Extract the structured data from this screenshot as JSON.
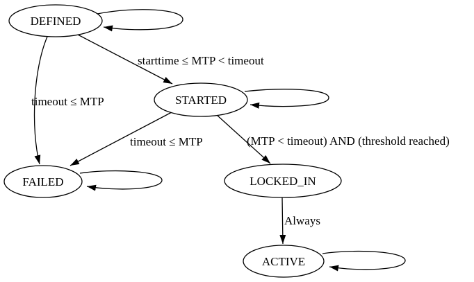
{
  "diagram": {
    "type": "state-machine",
    "colors": {
      "background": "#ffffff",
      "stroke": "#000000",
      "text": "#000000"
    },
    "nodes": {
      "defined": {
        "label": "DEFINED",
        "self_loop": true
      },
      "started": {
        "label": "STARTED",
        "self_loop": true
      },
      "failed": {
        "label": "FAILED",
        "self_loop": true
      },
      "locked_in": {
        "label": "LOCKED_IN",
        "self_loop": false
      },
      "active": {
        "label": "ACTIVE",
        "self_loop": true
      }
    },
    "edges": {
      "defined_started": {
        "from": "DEFINED",
        "to": "STARTED",
        "label": "starttime ≤ MTP < timeout"
      },
      "defined_failed": {
        "from": "DEFINED",
        "to": "FAILED",
        "label": "timeout ≤ MTP"
      },
      "started_failed": {
        "from": "STARTED",
        "to": "FAILED",
        "label": "timeout ≤ MTP"
      },
      "started_locked_in": {
        "from": "STARTED",
        "to": "LOCKED_IN",
        "label": "(MTP < timeout) AND (threshold reached)"
      },
      "locked_in_active": {
        "from": "LOCKED_IN",
        "to": "ACTIVE",
        "label": "Always"
      },
      "defined_self": {
        "from": "DEFINED",
        "to": "DEFINED",
        "label": ""
      },
      "started_self": {
        "from": "STARTED",
        "to": "STARTED",
        "label": ""
      },
      "failed_self": {
        "from": "FAILED",
        "to": "FAILED",
        "label": ""
      },
      "active_self": {
        "from": "ACTIVE",
        "to": "ACTIVE",
        "label": ""
      }
    }
  }
}
